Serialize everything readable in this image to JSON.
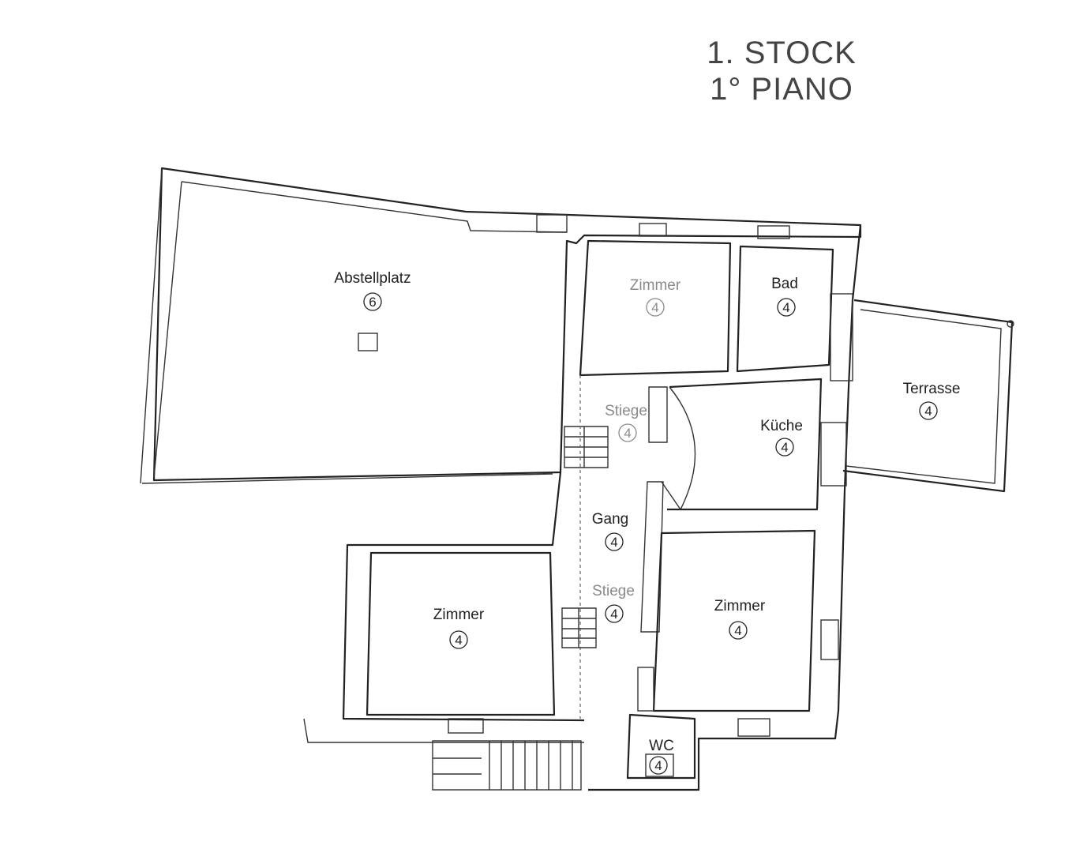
{
  "heading": {
    "line1": "1. STOCK",
    "line2": "1° PIANO"
  },
  "rooms": [
    {
      "id": "abstellplatz",
      "name": "Abstellplatz",
      "number": "6"
    },
    {
      "id": "zimmer-top",
      "name": "Zimmer",
      "number": "4"
    },
    {
      "id": "bad",
      "name": "Bad",
      "number": "4"
    },
    {
      "id": "terrasse",
      "name": "Terrasse",
      "number": "4"
    },
    {
      "id": "stiege-upper",
      "name": "Stiege",
      "number": "4"
    },
    {
      "id": "kueche",
      "name": "Küche",
      "number": "4"
    },
    {
      "id": "gang",
      "name": "Gang",
      "number": "4"
    },
    {
      "id": "stiege-lower",
      "name": "Stiege",
      "number": "4"
    },
    {
      "id": "zimmer-left",
      "name": "Zimmer",
      "number": "4"
    },
    {
      "id": "zimmer-right",
      "name": "Zimmer",
      "number": "4"
    },
    {
      "id": "wc",
      "name": "WC",
      "number": "4"
    }
  ]
}
